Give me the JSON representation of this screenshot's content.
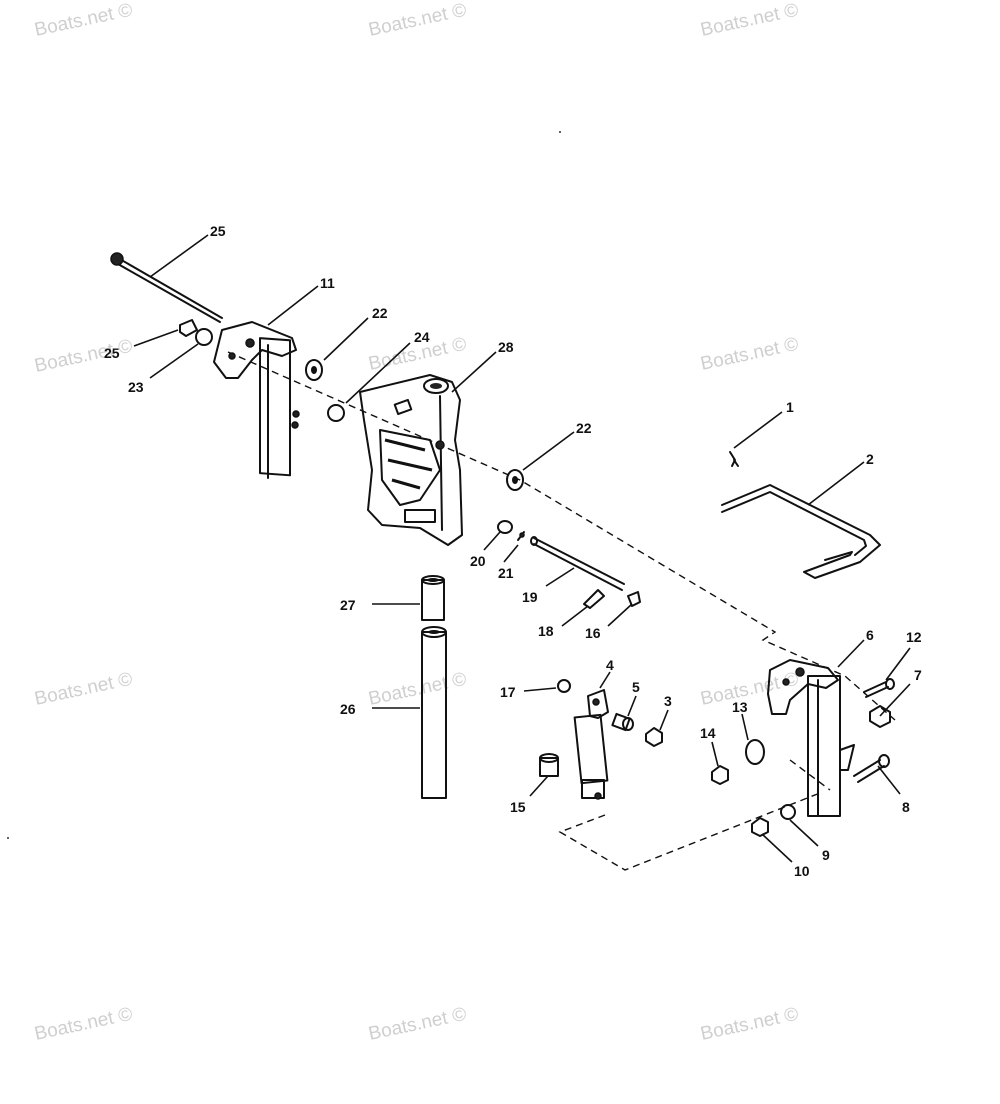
{
  "watermark": {
    "text": "Boats.net ©"
  },
  "callouts": [
    {
      "id": "c1",
      "label": "1"
    },
    {
      "id": "c2",
      "label": "2"
    },
    {
      "id": "c3",
      "label": "3"
    },
    {
      "id": "c4",
      "label": "4"
    },
    {
      "id": "c5",
      "label": "5"
    },
    {
      "id": "c6",
      "label": "6"
    },
    {
      "id": "c7",
      "label": "7"
    },
    {
      "id": "c8",
      "label": "8"
    },
    {
      "id": "c9",
      "label": "9"
    },
    {
      "id": "c10",
      "label": "10"
    },
    {
      "id": "c11",
      "label": "11"
    },
    {
      "id": "c12",
      "label": "12"
    },
    {
      "id": "c13",
      "label": "13"
    },
    {
      "id": "c14",
      "label": "14"
    },
    {
      "id": "c15",
      "label": "15"
    },
    {
      "id": "c16",
      "label": "16"
    },
    {
      "id": "c17",
      "label": "17"
    },
    {
      "id": "c18",
      "label": "18"
    },
    {
      "id": "c19",
      "label": "19"
    },
    {
      "id": "c20",
      "label": "20"
    },
    {
      "id": "c21",
      "label": "21"
    },
    {
      "id": "c22a",
      "label": "22"
    },
    {
      "id": "c22b",
      "label": "22"
    },
    {
      "id": "c23",
      "label": "23"
    },
    {
      "id": "c24",
      "label": "24"
    },
    {
      "id": "c25a",
      "label": "25"
    },
    {
      "id": "c25b",
      "label": "25"
    },
    {
      "id": "c26",
      "label": "26"
    },
    {
      "id": "c27",
      "label": "27"
    },
    {
      "id": "c28",
      "label": "28"
    }
  ]
}
